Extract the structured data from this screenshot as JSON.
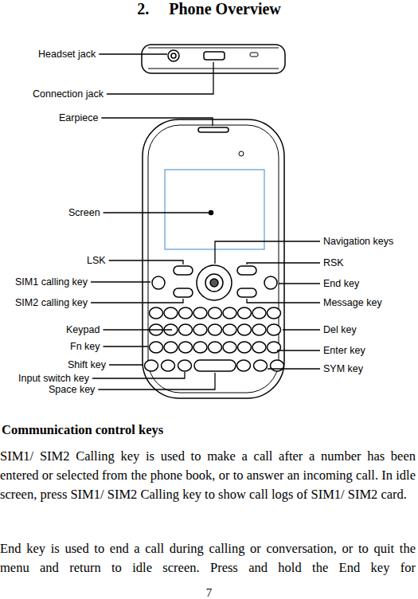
{
  "diagram": {
    "title": "2.     Phone Overview",
    "labels": [
      "Headset jack",
      "Connection jack",
      "Earpiece",
      "Screen",
      "Navigation keys",
      "LSK",
      "RSK",
      "SIM1 calling key",
      "End key",
      "SIM2 calling key",
      "Message key",
      "Keypad",
      "Del key",
      "Fn key",
      "Enter key",
      "Shift key",
      "SYM key",
      "Input switch key",
      "Space key",
      "Communication control keys",
      "SIM1/ SIM2 Calling key is used to make a call after a number has been entered or selected from the phone book, or to answer an incoming call. In idle screen, press SIM1/ SIM2 Calling key to show call logs of SIM1/ SIM2 card.",
      "End key is used to end a call during calling or conversation, or to quit the menu and return to idle screen. Press and hold the End key for",
      "7"
    ]
  }
}
